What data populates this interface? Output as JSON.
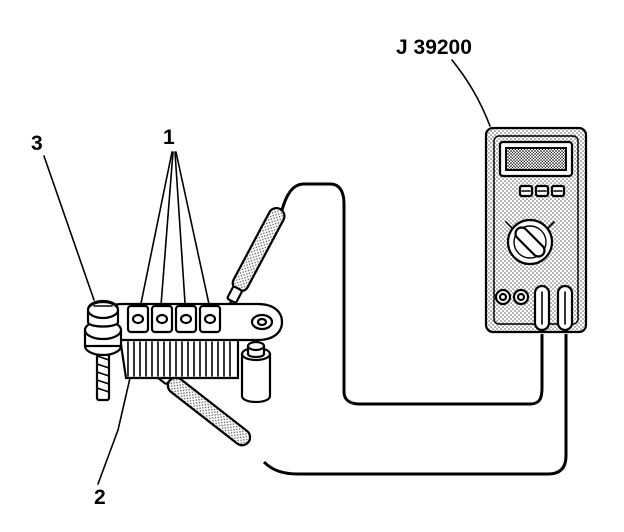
{
  "labels": {
    "meter_tool": "J 39200",
    "callout_1": "1",
    "callout_2": "2",
    "callout_3": "3"
  },
  "icons": [
    "digital-multimeter-icon",
    "rectifier-bridge-icon",
    "test-probe-icon"
  ]
}
